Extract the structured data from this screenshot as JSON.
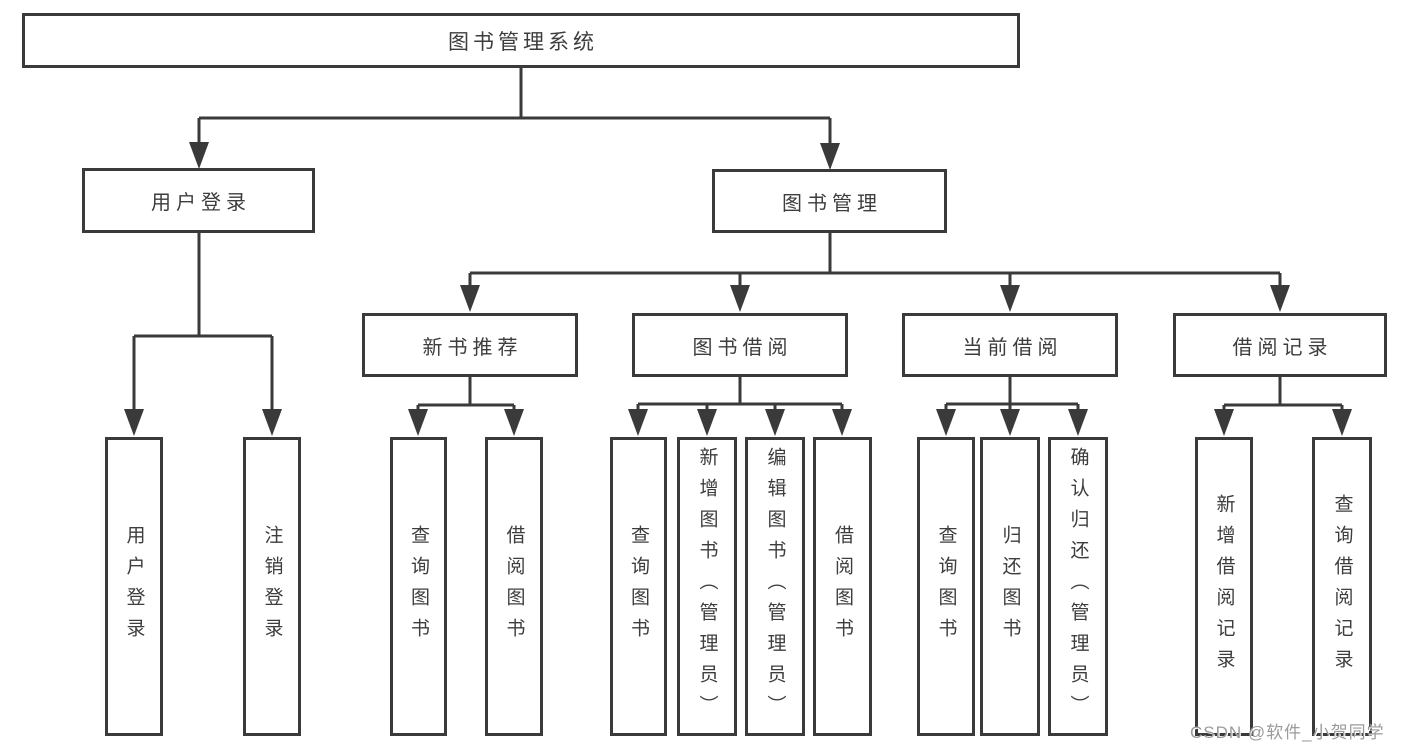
{
  "colors": {
    "line": "#3a3a3a",
    "text": "#3d3d3d",
    "box_background": "#ffffff",
    "watermark": "#9b9b9b"
  },
  "watermark": {
    "text": "CSDN @软件_小贺同学"
  },
  "tree": {
    "root": {
      "label": "图书管理系统"
    },
    "branches": [
      {
        "label": "用户登录",
        "children": [
          {
            "label": "用户登录"
          },
          {
            "label": "注销登录"
          }
        ]
      },
      {
        "label": "图书管理",
        "children": [
          {
            "label": "新书推荐",
            "children": [
              {
                "label": "查询图书"
              },
              {
                "label": "借阅图书"
              }
            ]
          },
          {
            "label": "图书借阅",
            "children": [
              {
                "label": "查询图书"
              },
              {
                "label": "新增图书（管理员）"
              },
              {
                "label": "编辑图书（管理员）"
              },
              {
                "label": "借阅图书"
              }
            ]
          },
          {
            "label": "当前借阅",
            "children": [
              {
                "label": "查询图书"
              },
              {
                "label": "归还图书"
              },
              {
                "label": "确认归还（管理员）"
              }
            ]
          },
          {
            "label": "借阅记录",
            "children": [
              {
                "label": "新增借阅记录"
              },
              {
                "label": "查询借阅记录"
              }
            ]
          }
        ]
      }
    ]
  }
}
